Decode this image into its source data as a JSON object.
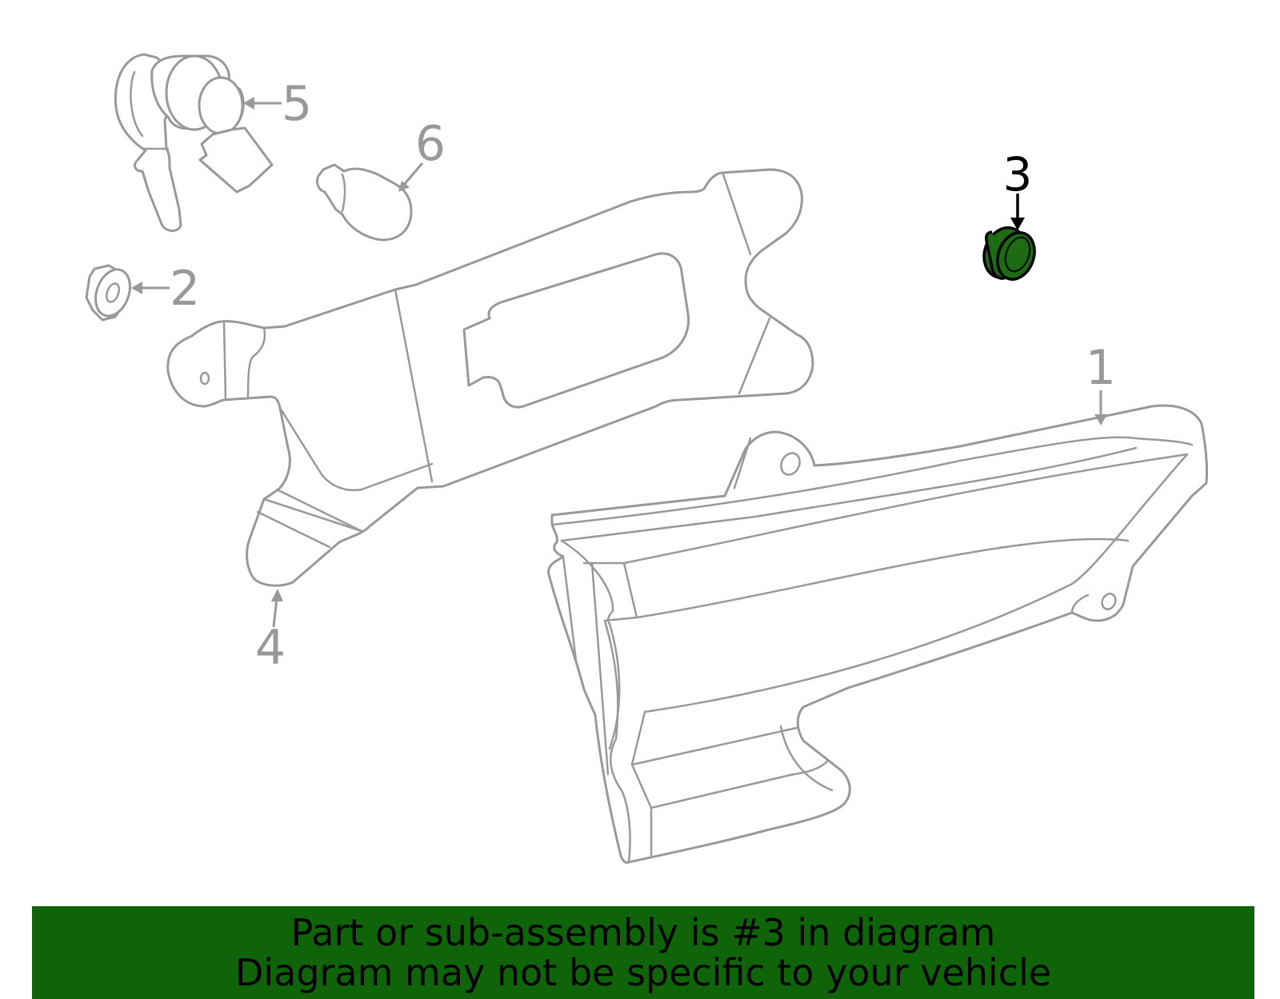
{
  "diagram": {
    "callouts": {
      "part1": "1",
      "part2": "2",
      "part3": "3",
      "part4": "4",
      "part5": "5",
      "part6": "6"
    },
    "highlight_color": "#1d6b12",
    "highlighted_part": "3"
  },
  "banner": {
    "line1": "Part or sub-assembly is #3 in diagram",
    "line2": "Diagram may not be specific to your vehicle",
    "background": "#0f6409"
  }
}
